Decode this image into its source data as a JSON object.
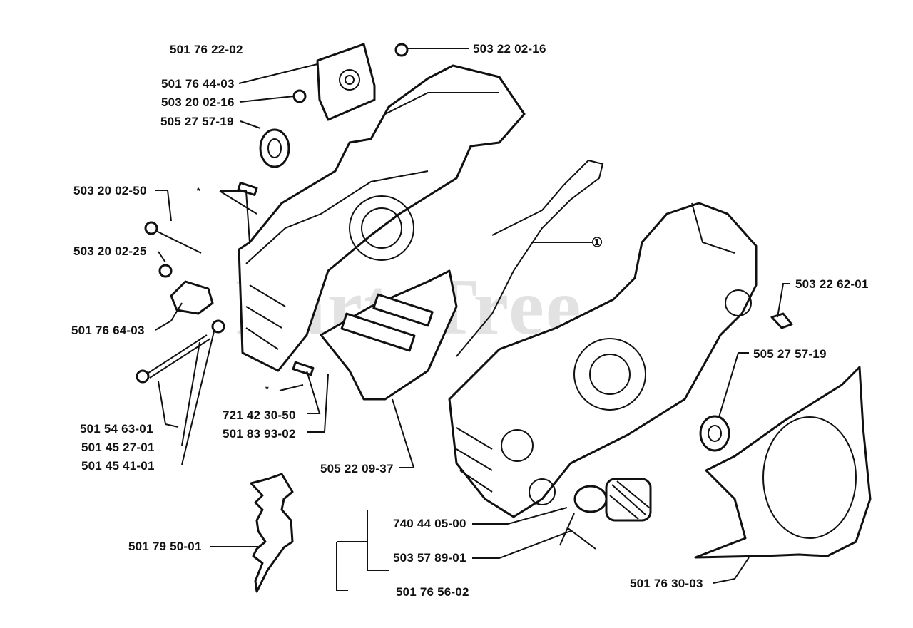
{
  "watermark": "PartsTree",
  "labels": {
    "p501762202": "501 76 22-02",
    "p501764403": "501 76 44-03",
    "p503200216": "503 20 02-16",
    "p505275719a": "505 27 57-19",
    "p503220216": "503 22 02-16",
    "p503200250": "503 20 02-50",
    "p503200225": "503 20 02-25",
    "p501766403": "501 76 64-03",
    "p501546301": "501 54 63-01",
    "p501452701": "501 45 27-01",
    "p501454101": "501 45 41-01",
    "p721423050": "721 42 30-50",
    "p501839302": "501 83 93-02",
    "p505220937": "505 22 09-37",
    "p503226201": "503 22 62-01",
    "p505275719b": "505 27 57-19",
    "p501795001": "501 79 50-01",
    "p740440500": "740 44 05-00",
    "p503578901": "503 57 89-01",
    "p501765602": "501 76 56-02",
    "p501763003": "501 76 30-03",
    "ref1": "①",
    "star1": "*",
    "star2": "*"
  }
}
